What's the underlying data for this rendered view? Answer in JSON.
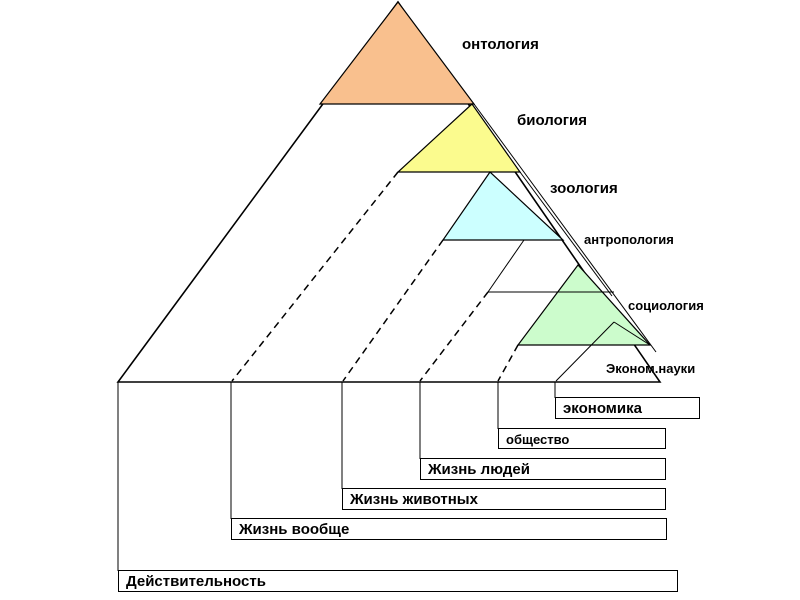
{
  "labels": {
    "ontology": "онтология",
    "biology": "биология",
    "zoology": "зоология",
    "anthropology": "антропология",
    "sociology": "социология",
    "econ_sciences": "Эконом.науки"
  },
  "boxes": {
    "reality": "Действительность",
    "life_general": "Жизнь вообще",
    "animal_life": "Жизнь животных",
    "human_life": "Жизнь людей",
    "society": "общество",
    "economy": "экономика"
  },
  "colors": {
    "ontology": "#f9c08e",
    "biology": "#fbfb8e",
    "zoology": "#ccffff",
    "sociology": "#ccfccc",
    "line": "#000000"
  }
}
